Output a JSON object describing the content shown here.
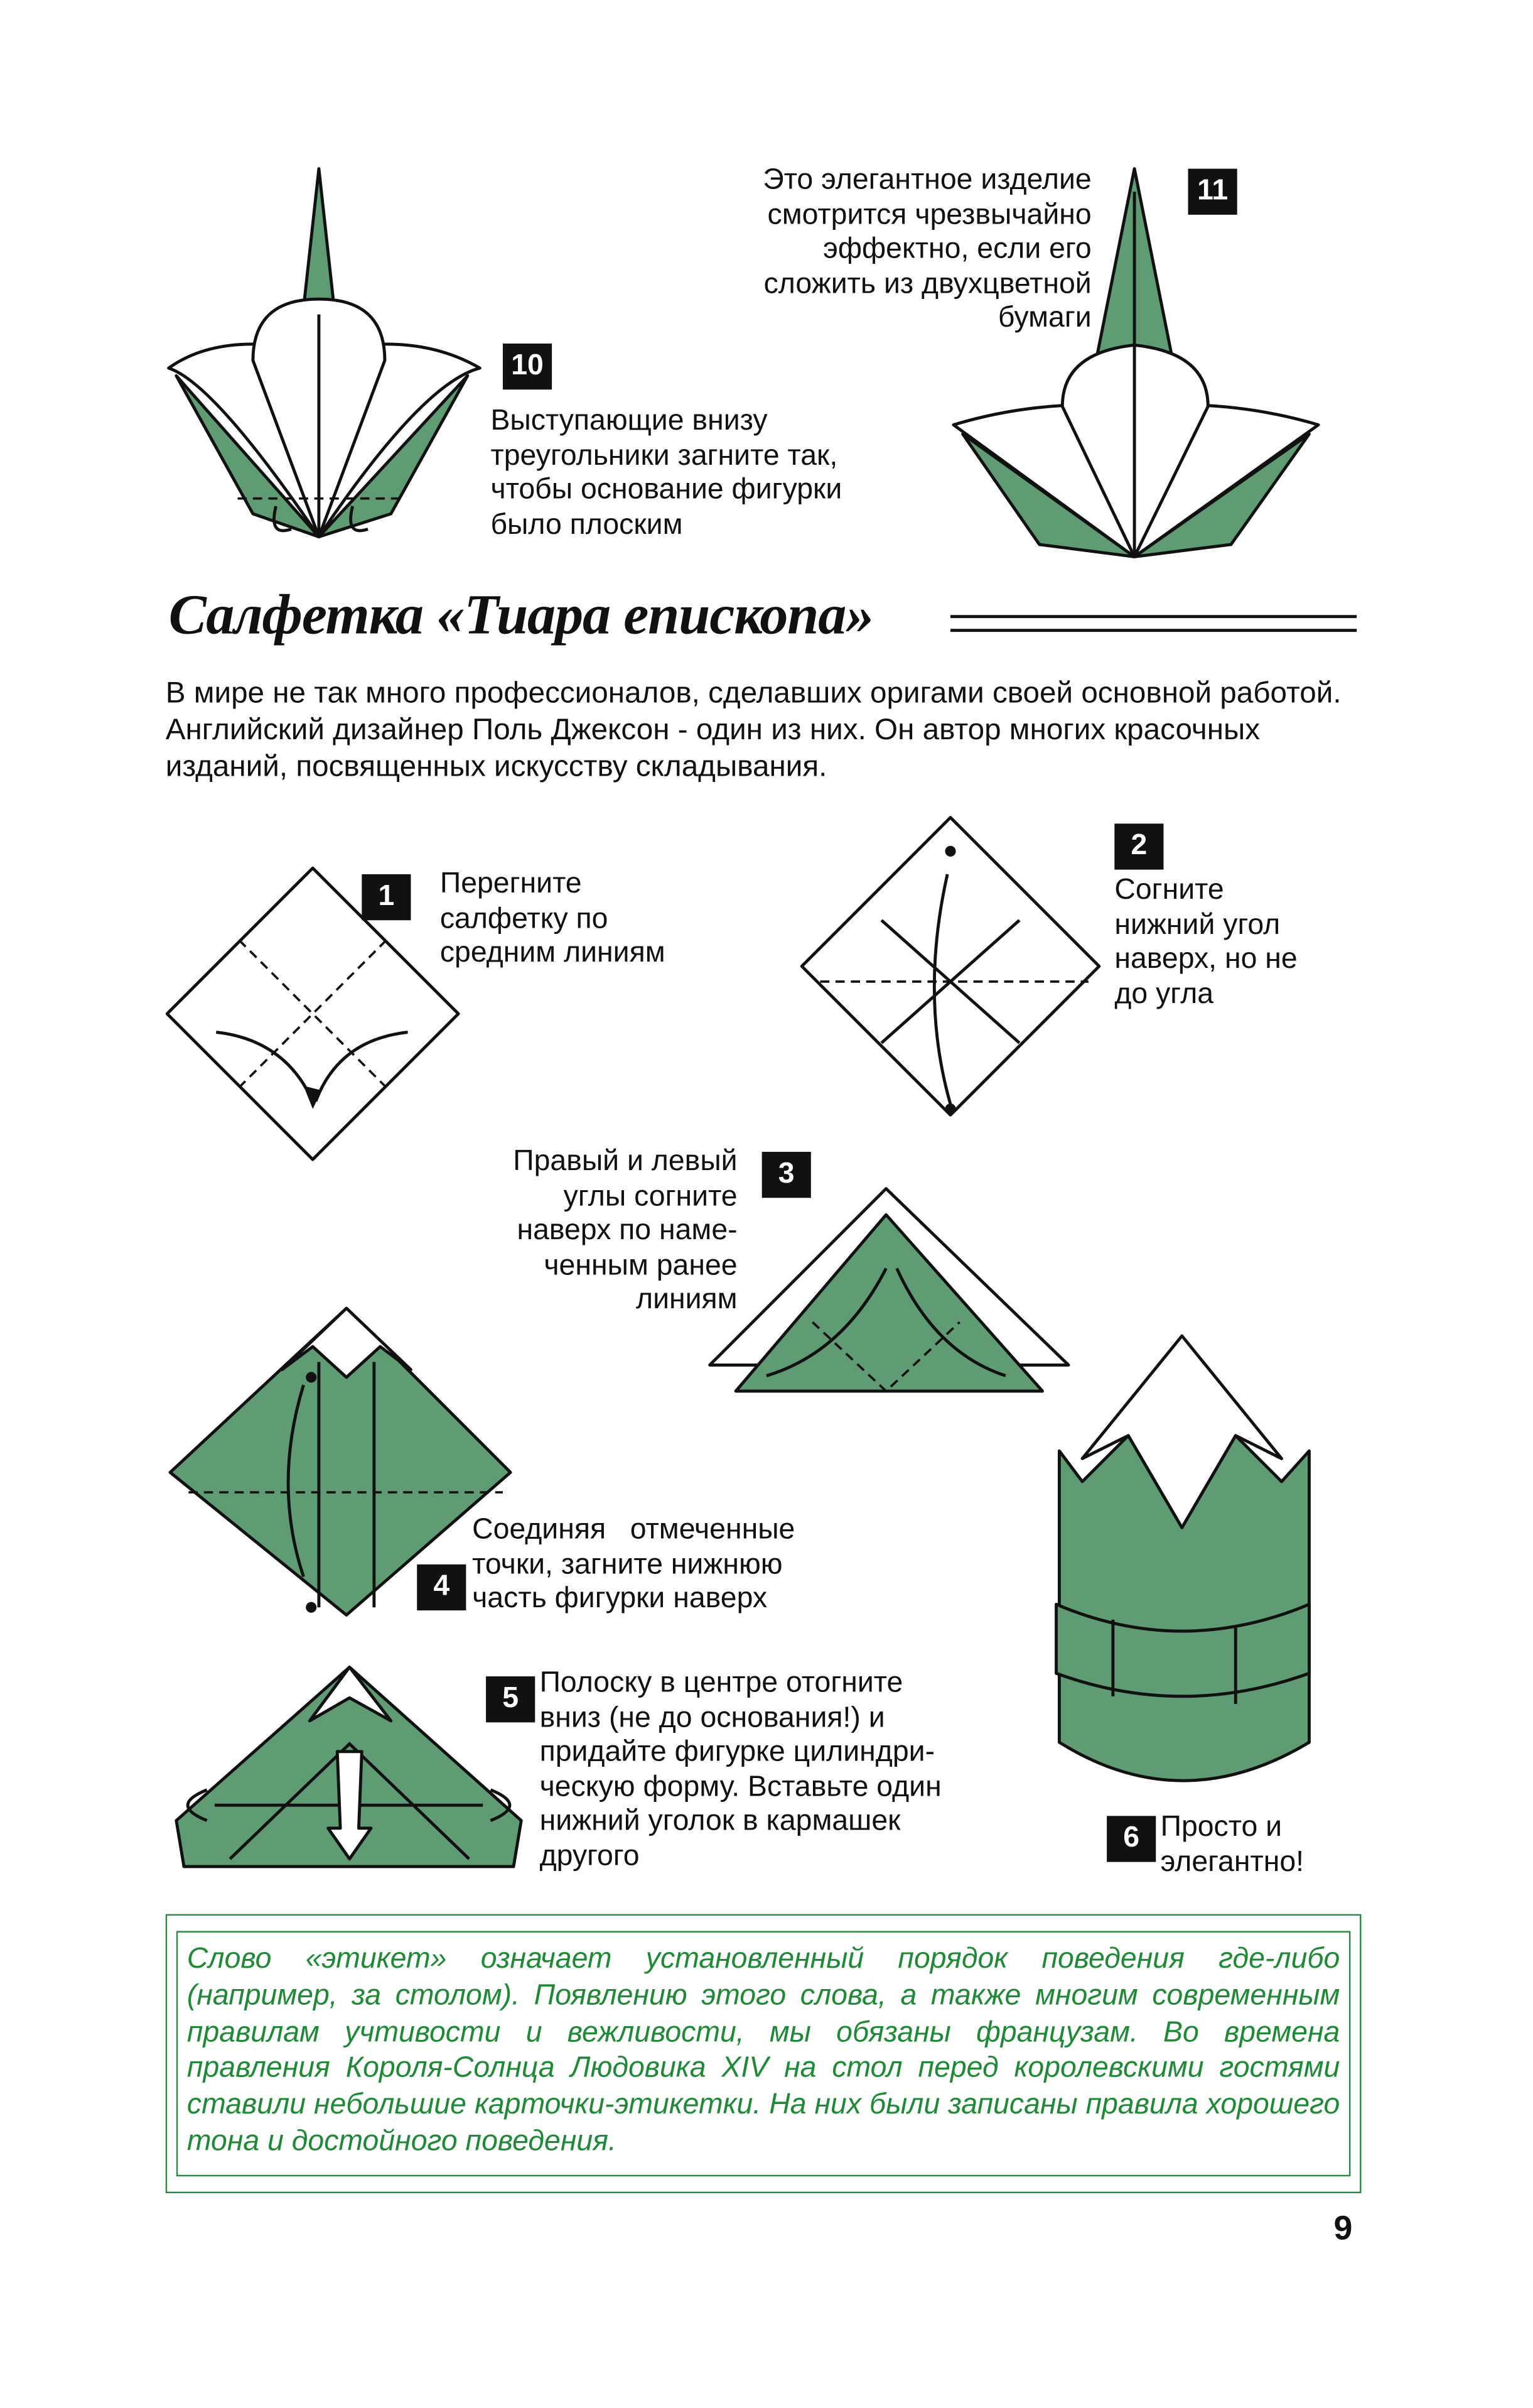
{
  "steps": {
    "s10": {
      "number": "10",
      "text": "Выступающие внизу\nтреугольники загните так,\nчтобы основание фигурки\nбыло плоским"
    },
    "s11": {
      "number": "11",
      "text": "Это элегантное изделие\nсмотрится чрезвычайно\nэффектно, если его\nсложить из двухцветной\nбумаги"
    },
    "s1": {
      "number": "1",
      "text": "Перегните\nсалфетку по\nсредним линиям"
    },
    "s2": {
      "number": "2",
      "text": "Согните\nнижний угол\nнаверх, но не\nдо угла"
    },
    "s3": {
      "number": "3",
      "text": "Правый и левый\nуглы согните\nнаверх по наме-\nченным ранее\nлиниям"
    },
    "s4": {
      "number": "4",
      "text": "Соединяя   отмеченные\nточки, загните нижнюю\nчасть фигурки наверх"
    },
    "s5": {
      "number": "5",
      "text": "Полоску в центре отогните\nвниз (не до основания!) и\nпридайте фигурке цилиндри-\nческую форму. Вставьте один\nнижний уголок в кармашек\nдругого"
    },
    "s6": {
      "number": "6",
      "text": "Просто и\nэлегантно!"
    }
  },
  "section_title": "Салфетка «Тиара епископа»",
  "intro": "В мире не так много профессионалов, сделавших оригами своей основной работой. Английский дизайнер Поль Джексон - один из них. Он автор многих красочных изданий, посвященных искусству складывания.",
  "note": "Слово «этикет» означает установленный порядок поведения где-либо (например, за столом). Появлению этого слова, а также многим современным правилам учтивости и вежливости, мы обязаны французам. Во времена правления Короля-Солнца Людовика XIV на стол перед королевскими гостями ставили небольшие карточки-этикетки. На них были записаны правила хорошего тона и достойного поведения.",
  "page_number": "9",
  "colors": {
    "paper_green": "#5f9c73",
    "note_green": "#1f8a36"
  }
}
